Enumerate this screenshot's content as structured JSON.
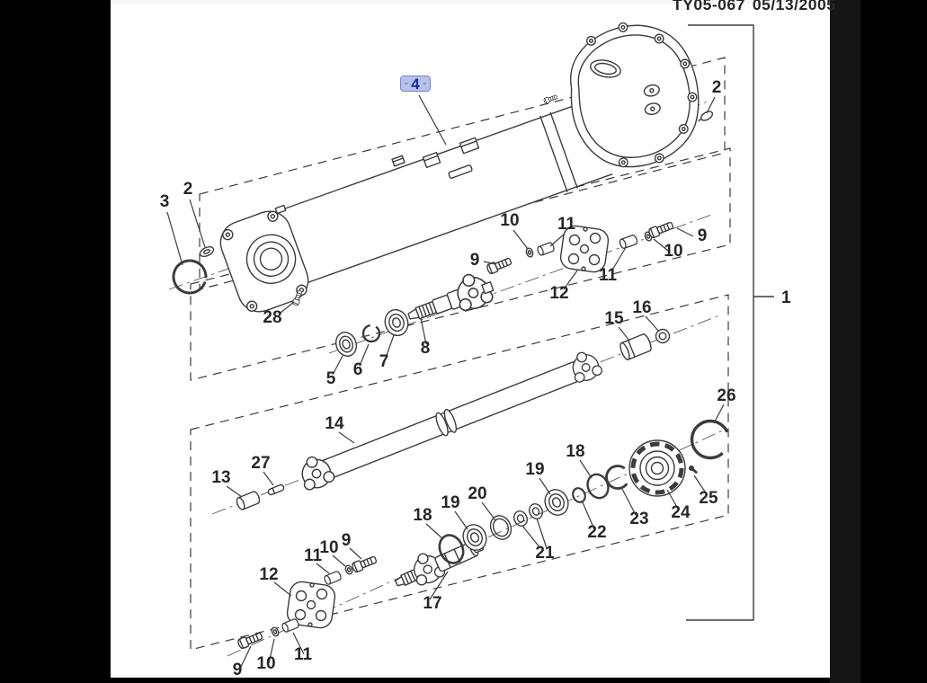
{
  "header": {
    "doc_code": "TY05-067",
    "doc_date": "05/13/2005"
  },
  "colors": {
    "bg": "#000000",
    "panel": "#161616",
    "paper": "#ffffff",
    "line": "#3c3c3c",
    "label": "#272727",
    "highlight-fill": "#b6c2ea",
    "highlight-stroke": "#7284d2",
    "highlight-text": "#152a9e"
  },
  "selection": {
    "selected_callout": "4"
  },
  "callouts": [
    {
      "id": "assembly-bracket",
      "label": "1"
    },
    {
      "id": "housing-bolt",
      "label": "2"
    },
    {
      "id": "torque-tube-selected",
      "label": "4"
    },
    {
      "id": "front-oring",
      "label": "3"
    },
    {
      "id": "front-washer",
      "label": "2"
    },
    {
      "id": "vent-bolt",
      "label": "28"
    },
    {
      "id": "front-coupling-washer-left",
      "label": "10"
    },
    {
      "id": "front-coupling-spacer-left",
      "label": "11"
    },
    {
      "id": "front-coupling-bolt-left",
      "label": "9"
    },
    {
      "id": "front-flex-coupling",
      "label": "12"
    },
    {
      "id": "front-coupling-spacer-right",
      "label": "11"
    },
    {
      "id": "front-coupling-washer-right",
      "label": "10"
    },
    {
      "id": "front-coupling-bolt-right",
      "label": "9"
    },
    {
      "id": "seal",
      "label": "5"
    },
    {
      "id": "retaining-ring-small",
      "label": "6"
    },
    {
      "id": "front-bearing",
      "label": "7"
    },
    {
      "id": "input-shaft",
      "label": "8"
    },
    {
      "id": "damper-bushing",
      "label": "15"
    },
    {
      "id": "shaft-nut",
      "label": "16"
    },
    {
      "id": "large-snap-ring",
      "label": "26"
    },
    {
      "id": "propeller-shaft",
      "label": "14"
    },
    {
      "id": "support-bushing",
      "label": "13"
    },
    {
      "id": "dowel-pin",
      "label": "27"
    },
    {
      "id": "oring-front",
      "label": "18"
    },
    {
      "id": "bearing-front-rear-cluster",
      "label": "19"
    },
    {
      "id": "shim-ring",
      "label": "20"
    },
    {
      "id": "spacer-rings",
      "label": "21"
    },
    {
      "id": "bearing-rear",
      "label": "19"
    },
    {
      "id": "oring-rear",
      "label": "18"
    },
    {
      "id": "retainer-ring",
      "label": "22"
    },
    {
      "id": "c-clip",
      "label": "23"
    },
    {
      "id": "coupling-hub",
      "label": "24"
    },
    {
      "id": "lock-pin",
      "label": "25"
    },
    {
      "id": "rear-flex-coupling",
      "label": "12"
    },
    {
      "id": "rear-coupling-spacer",
      "label": "11"
    },
    {
      "id": "rear-coupling-washer",
      "label": "10"
    },
    {
      "id": "rear-coupling-bolt",
      "label": "9"
    },
    {
      "id": "output-shaft",
      "label": "17"
    },
    {
      "id": "bottom-bolt",
      "label": "9"
    },
    {
      "id": "bottom-washer",
      "label": "10"
    },
    {
      "id": "bottom-spacer",
      "label": "11"
    }
  ]
}
